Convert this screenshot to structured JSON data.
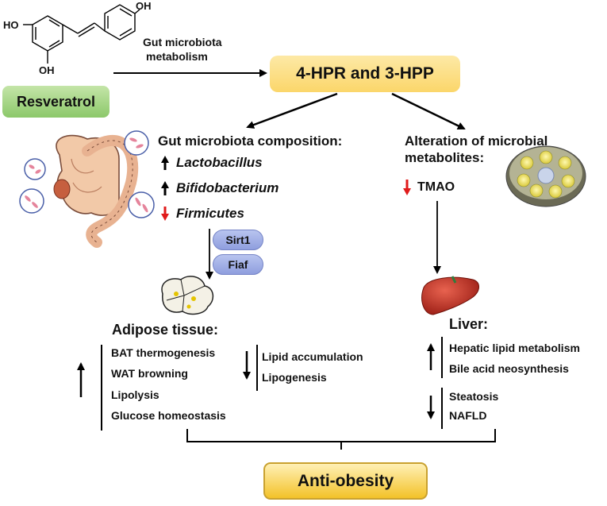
{
  "molecule": {
    "label_ho_left": "HO",
    "label_oh_top": "OH",
    "label_oh_bottom": "OH"
  },
  "resveratrol_label": "Resveratrol",
  "metabolism_label": {
    "line1": "Gut microbiota",
    "line2": "metabolism"
  },
  "metabolites_box": "4-HPR and 3-HPP",
  "gut_composition": {
    "title": "Gut microbiota composition:",
    "items": [
      {
        "arrow": "up",
        "name": "Lactobacillus"
      },
      {
        "arrow": "up",
        "name": "Bifidobacterium"
      },
      {
        "arrow": "down",
        "name": "Firmicutes"
      }
    ]
  },
  "microbial_metabolites": {
    "title_line1": "Alteration of microbial",
    "title_line2": "metabolites:",
    "item": "TMAO",
    "item_arrow": "down"
  },
  "signaling": [
    "Sirt1",
    "Fiaf"
  ],
  "adipose": {
    "title": "Adipose tissue:",
    "increased": [
      "BAT thermogenesis",
      "WAT browning",
      "Lipolysis",
      "Glucose homeostasis"
    ],
    "decreased": [
      "Lipid accumulation",
      "Lipogenesis"
    ]
  },
  "liver": {
    "title": "Liver:",
    "increased": [
      "Hepatic lipid metabolism",
      "Bile acid neosynthesis"
    ],
    "decreased": [
      "Steatosis",
      "NAFLD"
    ]
  },
  "outcome": "Anti-obesity",
  "colors": {
    "arrow_black": "#000000",
    "arrow_red": "#e01b1b",
    "metabolite_box": "#fbd66a",
    "resveratrol_box": "#8cc86a",
    "outcome_box": "#f3c229",
    "signal_pill": "#8f9ede"
  }
}
